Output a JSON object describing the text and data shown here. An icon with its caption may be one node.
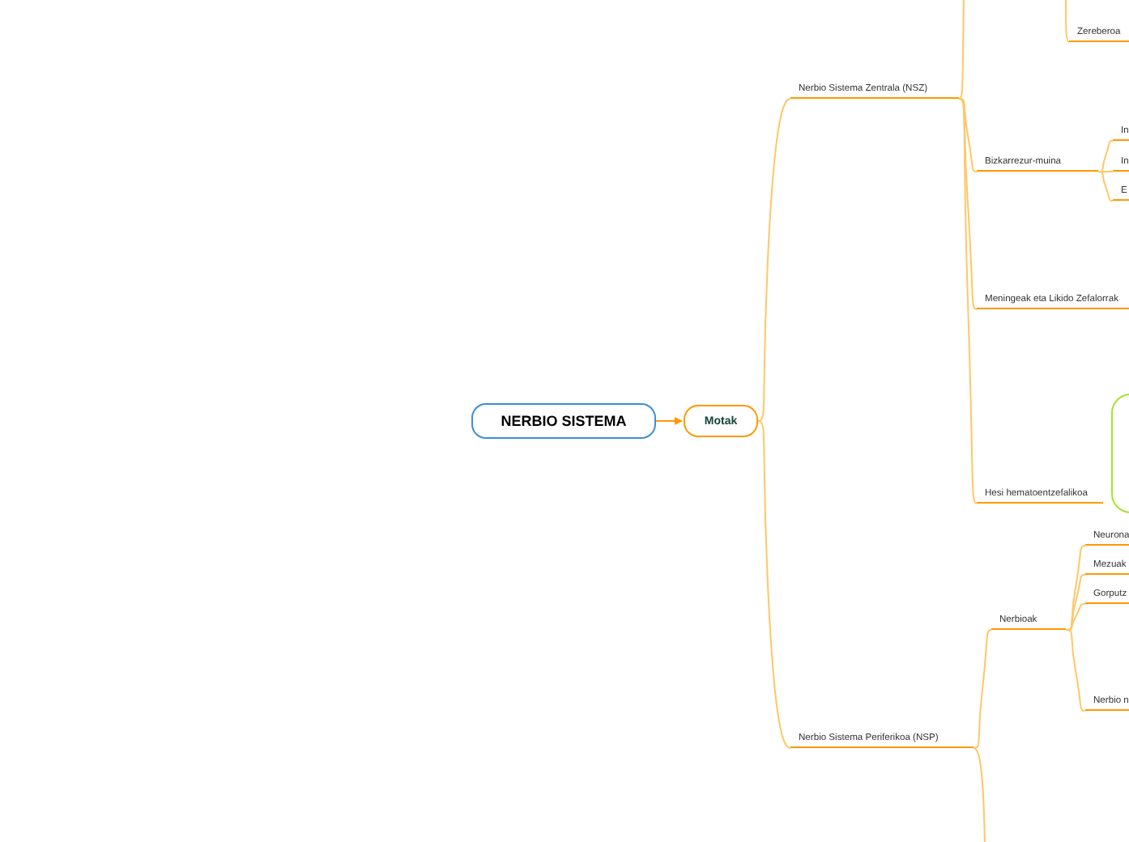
{
  "diagram": {
    "nodes": [
      {
        "text": [
          "NERBIO SISTEMA"
        ]
      },
      {
        "text": [
          "Motak"
        ]
      },
      {
        "text": [
          "Nerbio Sistema Zentrala (NSZ)"
        ]
      },
      {
        "text": [
          "Zereberoa"
        ]
      },
      {
        "text": [
          "Bizkarrezur-muina"
        ]
      },
      {
        "text": [
          "In"
        ]
      },
      {
        "text": [
          "In"
        ]
      },
      {
        "text": [
          "E"
        ]
      },
      {
        "text": [
          "Meningeak eta Likido Zefalorrak"
        ]
      },
      {
        "text": [
          "Hesi hematoentzefalikoa"
        ]
      },
      {
        "text": [],
        "shape": "box"
      },
      {
        "text": [
          "Nerbio Sistema Periferikoa (NSP)"
        ]
      },
      {
        "text": [
          "Nerbioak"
        ]
      },
      {
        "text": [
          "Neurona"
        ]
      },
      {
        "text": [
          "Mezuak"
        ]
      },
      {
        "text": [
          "Gorputz"
        ]
      },
      {
        "text": [
          "Nerbio n"
        ]
      }
    ],
    "edges": [
      {
        "from": 0,
        "to": 1,
        "arrow": "to",
        "color": "#ff9900"
      },
      {
        "from": 1,
        "to": 2,
        "arrow": "none"
      },
      {
        "from": 1,
        "to": 11,
        "arrow": "none"
      },
      {
        "from": 2,
        "to": null,
        "arrow": "none"
      },
      {
        "from": null,
        "to": 3,
        "arrow": "none"
      },
      {
        "from": 2,
        "to": 4,
        "arrow": "none"
      },
      {
        "from": 2,
        "to": 8,
        "arrow": "none"
      },
      {
        "from": 2,
        "to": 9,
        "arrow": "none"
      },
      {
        "from": 4,
        "to": 5,
        "arrow": "none"
      },
      {
        "from": 4,
        "to": 6,
        "arrow": "none"
      },
      {
        "from": 4,
        "to": 7,
        "arrow": "none"
      },
      {
        "from": 11,
        "to": 12,
        "arrow": "none"
      },
      {
        "from": 11,
        "to": null,
        "arrow": "none"
      },
      {
        "from": 12,
        "to": 13,
        "arrow": "none"
      },
      {
        "from": 12,
        "to": 14,
        "arrow": "none"
      },
      {
        "from": 12,
        "to": 15,
        "arrow": "none"
      },
      {
        "from": 12,
        "to": 16,
        "arrow": "none"
      }
    ]
  }
}
